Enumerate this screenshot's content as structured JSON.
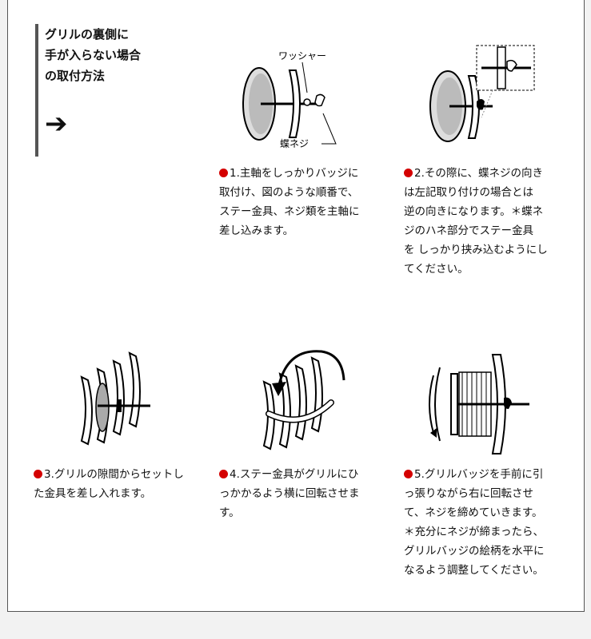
{
  "heading": {
    "lines": [
      "グリルの裏側に",
      "手が入らない場合",
      "の取付方法"
    ],
    "arrow": "➔"
  },
  "figure1": {
    "washer_label": "ワッシャー",
    "wingnut_label": "蝶ネジ"
  },
  "steps": [
    {
      "lines": [
        "1.主軸をしっかりバッジに",
        "取付け、図のような順番で、",
        "ステー金具、ネジ類を主軸に",
        "差し込みます。"
      ]
    },
    {
      "lines": [
        "2.その際に、蝶ネジの向き",
        "は左記取り付けの場合とは",
        "逆の向きになります。＊蝶ネ",
        "ジのハネ部分でステー金具",
        "を しっかり挟み込むようにし",
        "てください。"
      ]
    },
    {
      "lines": [
        "3.グリルの隙間からセットし",
        "た金具を差し入れます。"
      ]
    },
    {
      "lines": [
        "4.ステー金具がグリルにひ",
        "っかかるよう横に回転させま",
        "す。"
      ]
    },
    {
      "lines": [
        "5.グリルバッジを手前に引",
        "っ張りながら右に回転させ",
        "て、ネジを締めていきます。",
        "＊充分にネジが締まったら、",
        "グリルバッジの絵柄を水平に",
        "なるよう調整してください。"
      ]
    }
  ],
  "colors": {
    "bullet": "#d40000",
    "rule": "#555555"
  }
}
